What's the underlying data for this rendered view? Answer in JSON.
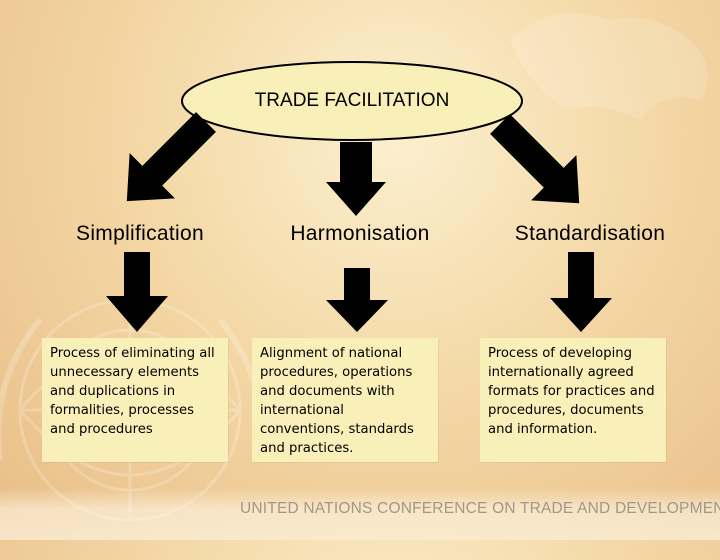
{
  "title": "TRADE FACILITATION",
  "columns": [
    {
      "heading": "Simplification",
      "description": "Process of eliminating all unnecessary elements and duplications in formalities, processes and procedures"
    },
    {
      "heading": "Harmonisation",
      "description": "Alignment of national procedures, operations and documents with international conventions, standards and practices."
    },
    {
      "heading": "Standardisation",
      "description": "Process of developing internationally agreed formats for practices and procedures, documents and information."
    }
  ],
  "footer": "UNITED NATIONS CONFERENCE ON TRADE AND DEVELOPMENT",
  "colors": {
    "oval_fill": "#f9efb8",
    "oval_stroke": "#000000",
    "box_fill": "#f9efb8",
    "arrow": "#000000",
    "footer_text": "#a0988c"
  }
}
